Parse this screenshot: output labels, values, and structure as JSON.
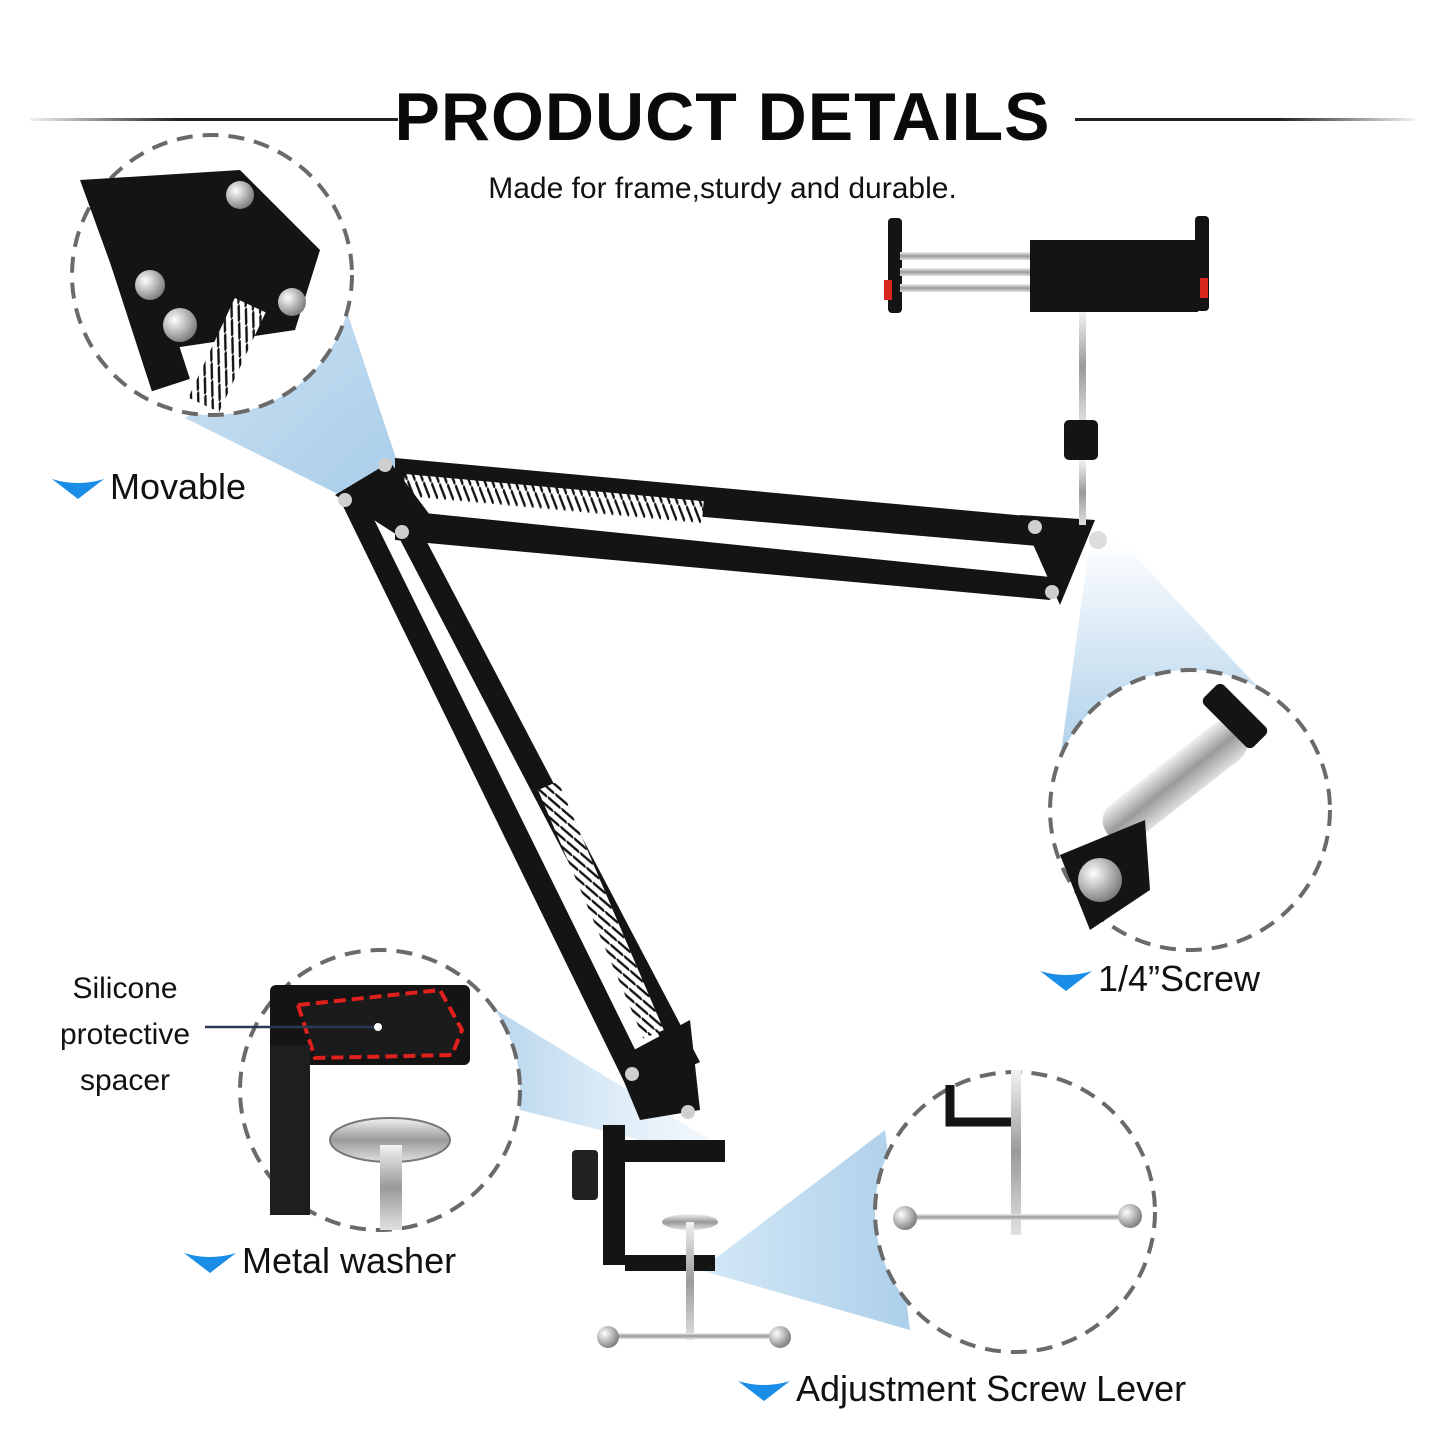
{
  "header": {
    "title": "PRODUCT DETAILS",
    "subtitle": "Made for frame,sturdy and durable."
  },
  "callouts": {
    "movable": "Movable",
    "screw": "1/4”Screw",
    "silicone_line1": "Silicone",
    "silicone_line2": "protective",
    "silicone_line3": "spacer",
    "washer": "Metal washer",
    "lever": "Adjustment Screw Lever"
  },
  "colors": {
    "accent": "#1a8ee6",
    "arm": "#141414",
    "beam": "#9fc7e6",
    "dashed": "#6a6a6a",
    "spacer_outline": "#e0201c"
  },
  "icons": {
    "chevron": "chevron-down-icon"
  }
}
